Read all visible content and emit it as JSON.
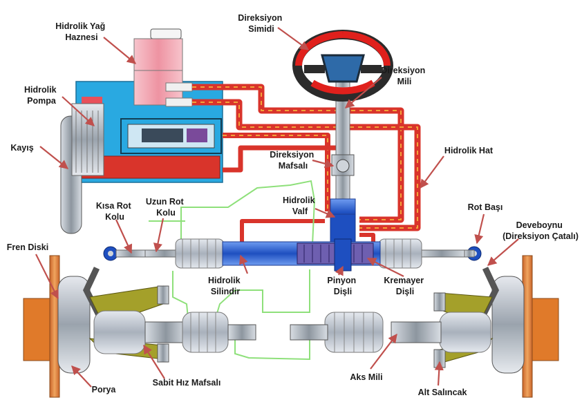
{
  "labels": {
    "hydraulic_tank": [
      "Hidrolik Yağ",
      "Haznesi"
    ],
    "steering_wheel": [
      "Direksiyon",
      "Simidi"
    ],
    "steering_shaft": [
      "Direksiyon",
      "Mili"
    ],
    "pump": [
      "Hidrolik",
      "Pompa"
    ],
    "belt": [
      "Kayış"
    ],
    "steering_joint": [
      "Direksiyon",
      "Mafsalı"
    ],
    "hydraulic_line": [
      "Hidrolik Hat"
    ],
    "hydraulic_valve": [
      "Hidrolik",
      "Valf"
    ],
    "tie_rod_long": [
      "Uzun Rot",
      "Kolu"
    ],
    "tie_rod_short": [
      "Kısa Rot",
      "Kolu"
    ],
    "tie_rod_end": [
      "Rot Başı"
    ],
    "knuckle": [
      "Deveboynu",
      "(Direksiyon Çatalı)"
    ],
    "brake_disc": [
      "Fren Diski"
    ],
    "hydraulic_cylinder": [
      "Hidrolik",
      "Silindir"
    ],
    "pinion_gear": [
      "Pinyon",
      "Dişli"
    ],
    "rack_gear": [
      "Kremayer",
      "Dişli"
    ],
    "hub": [
      "Porya"
    ],
    "cv_joint": [
      "Sabit Hız Mafsalı"
    ],
    "axle_shaft": [
      "Aks Mili"
    ],
    "lower_arm": [
      "Alt Salıncak"
    ]
  },
  "colors": {
    "label_text": "#1a1a1a",
    "arrow": "#c0504d",
    "hydraulic_pressure": "#d9342b",
    "hydraulic_return": "#f2a33a",
    "pump_body": "#29a9e1",
    "reservoir": "#f2a7b3",
    "steering_wheel_rim": "#e0201c",
    "rack_blue": "#2e5fd0",
    "boot_grey": "#b8c0cc",
    "disc_orange": "#e07a2a",
    "control_arm": "#a4a02a",
    "outline_green": "#8ee07a"
  }
}
